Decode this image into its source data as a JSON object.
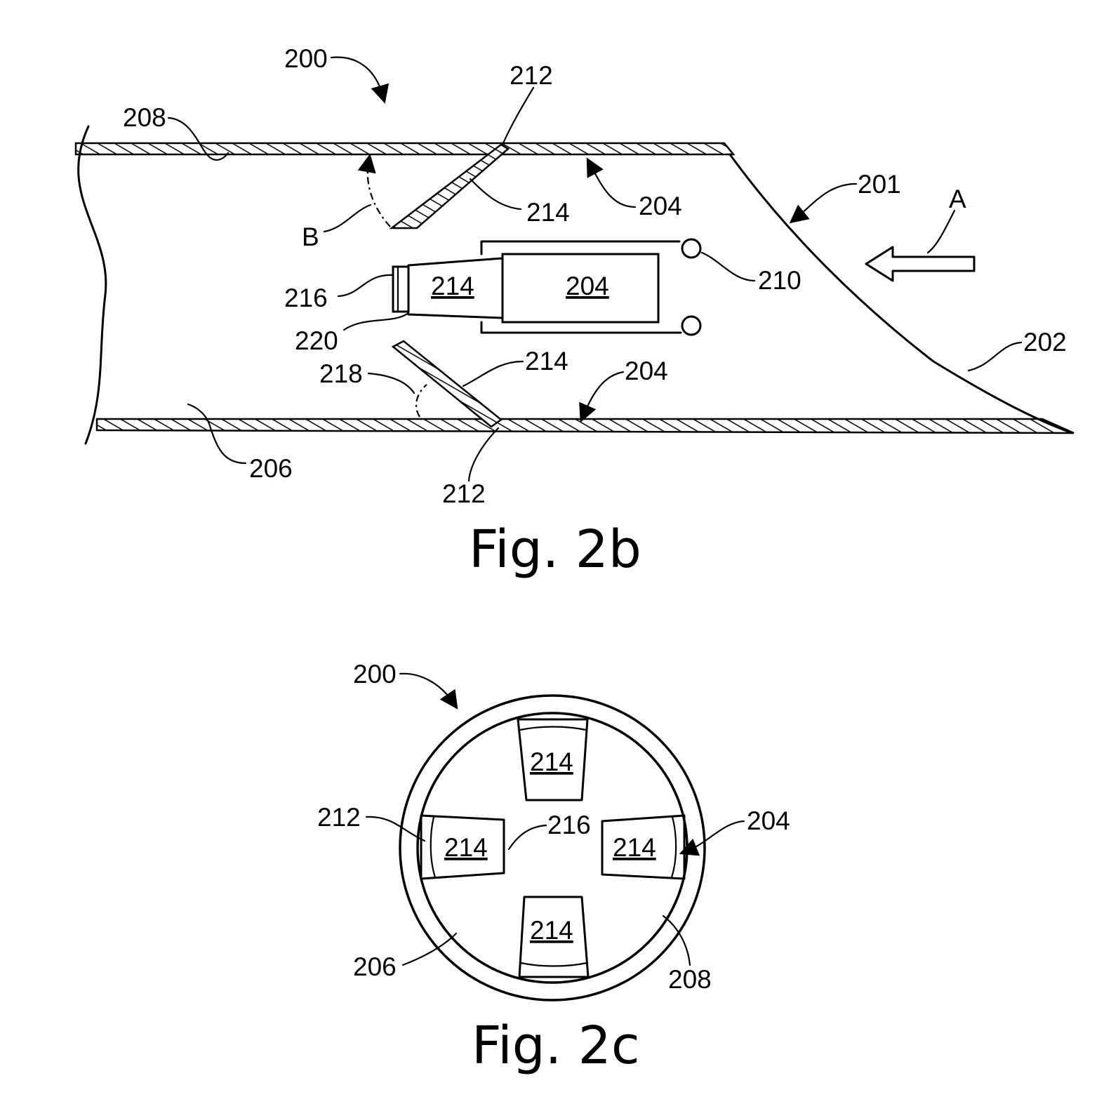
{
  "fig2b": {
    "caption": "Fig. 2b",
    "labels": {
      "l200": "200",
      "l212_top": "212",
      "l208": "208",
      "l201": "201",
      "lA": "A",
      "l214_top": "214",
      "l204_top": "204",
      "lB": "B",
      "l216": "216",
      "l214_box": "214",
      "l204_box": "204",
      "l210": "210",
      "l220": "220",
      "l202": "202",
      "l214_low": "214",
      "l204_low": "204",
      "l218": "218",
      "l206": "206",
      "l212_bot": "212"
    }
  },
  "fig2c": {
    "caption": "Fig. 2c",
    "labels": {
      "l200": "200",
      "l214_top": "214",
      "l212": "212",
      "l216": "216",
      "l214_left": "214",
      "l214_right": "214",
      "l204": "204",
      "l214_bot": "214",
      "l206": "206",
      "l208": "208"
    }
  }
}
